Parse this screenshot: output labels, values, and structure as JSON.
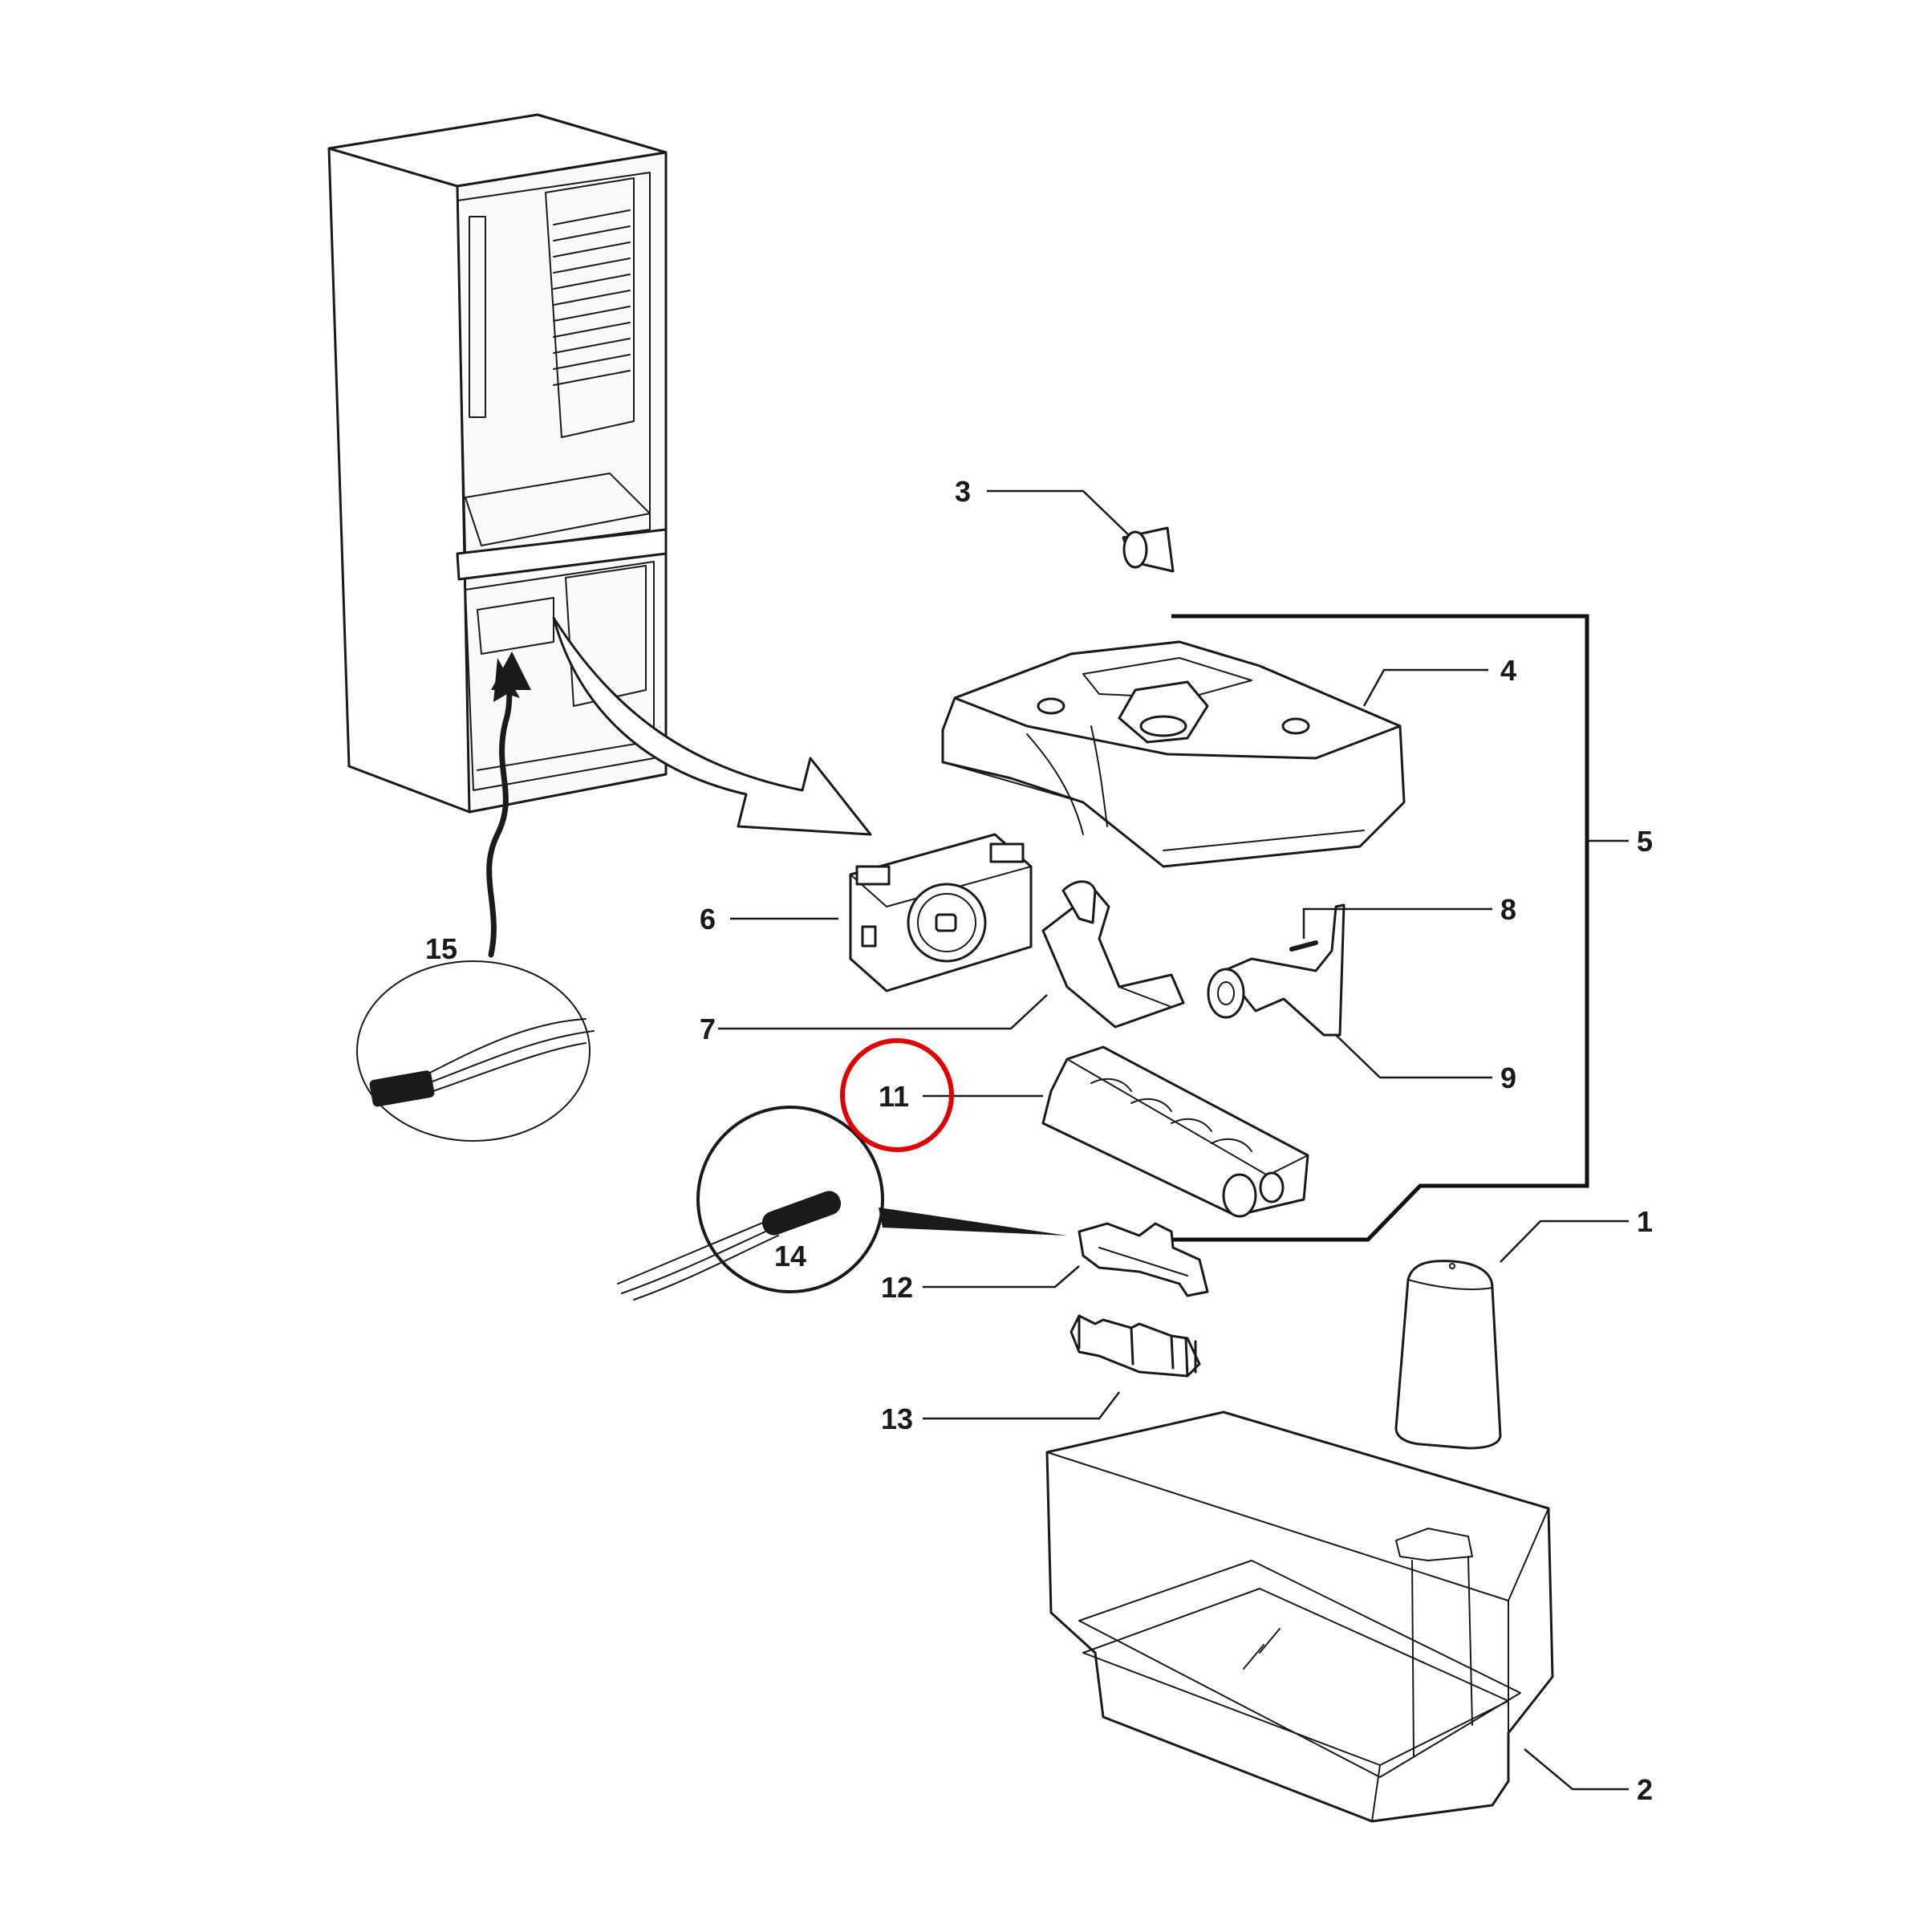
{
  "diagram": {
    "callouts": {
      "c1": "1",
      "c2": "2",
      "c3": "3",
      "c4": "4",
      "c5": "5",
      "c6": "6",
      "c7": "7",
      "c8": "8",
      "c9": "9",
      "c11": "11",
      "c12": "12",
      "c13": "13",
      "c14": "14",
      "c15": "15"
    },
    "highlight": {
      "callout": "11",
      "color": "#e00000"
    },
    "colors": {
      "line": "#1a1a1a",
      "background": "#ffffff",
      "highlight": "#e00000"
    }
  }
}
